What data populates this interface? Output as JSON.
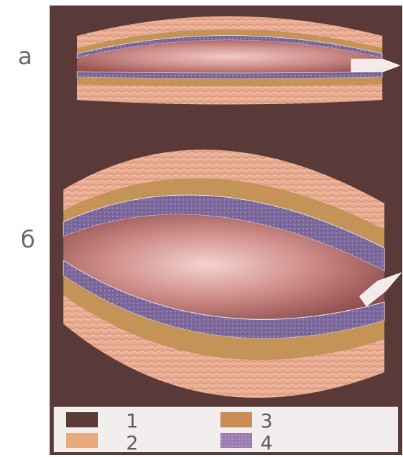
{
  "labels": {
    "a": "а",
    "b": "б"
  },
  "legend": [
    {
      "num": "1",
      "meaning": "",
      "color": "#5b3b39"
    },
    {
      "num": "2",
      "meaning": "",
      "color": "#e8a97c"
    },
    {
      "num": "3",
      "meaning": "",
      "color": "#c98d55"
    },
    {
      "num": "4",
      "meaning": "",
      "color": "#8f74a8"
    }
  ],
  "colors": {
    "background": "#5a3a38",
    "lumen": "#c98886",
    "outer_layer": "#e6a98f",
    "middle_layer": "#c39357",
    "inner_layer": "#7d6a9c",
    "arrow": "#f4eaea",
    "legend_bg": "#f2eeee"
  }
}
